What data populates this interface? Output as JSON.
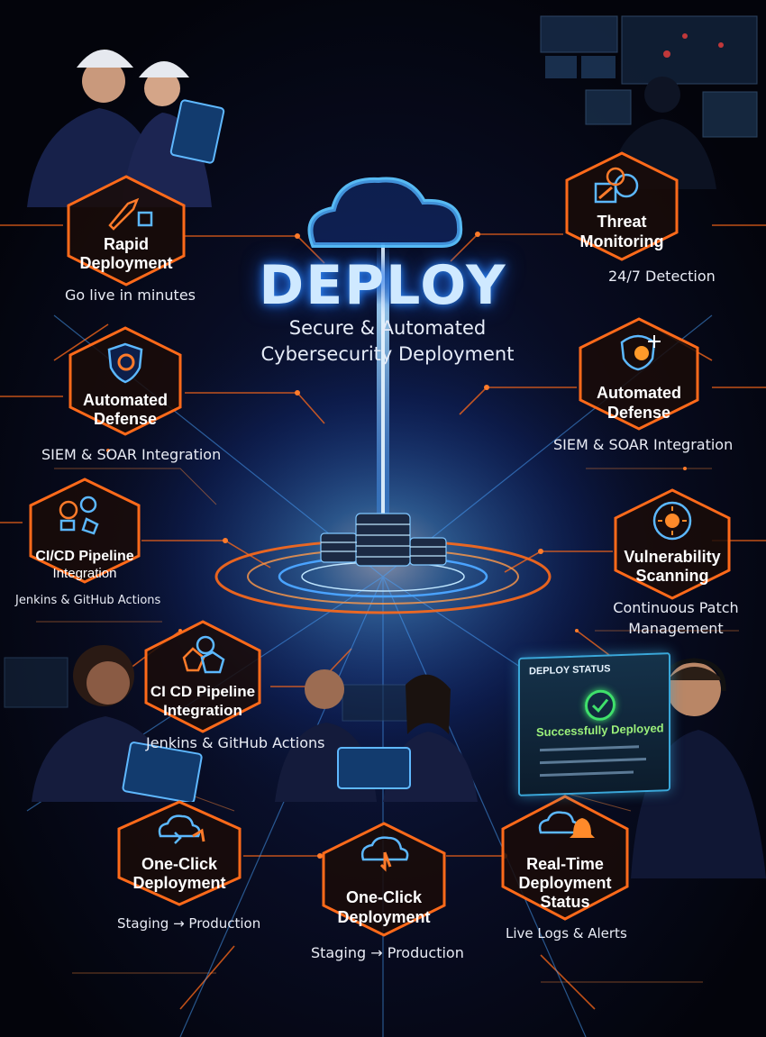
{
  "hero": {
    "title": "DEPLOY",
    "subtitle_line1": "Secure & Automated",
    "subtitle_line2": "Cybersecurity Deployment"
  },
  "badges": [
    {
      "id": "rapid",
      "label1": "Rapid",
      "label2": "Deployment",
      "caption": "Go live in minutes",
      "icon": "rocket-icon",
      "color": "#ff6a1a"
    },
    {
      "id": "threat",
      "label1": "Threat",
      "label2": "Monitoring",
      "caption": "24/7 Detection",
      "icon": "magnifier-icon",
      "color": "#ff6a1a"
    },
    {
      "id": "defense-left",
      "label1": "Automated",
      "label2": "Defense",
      "caption": "SIEM & SOAR Integration",
      "icon": "shield-gear-icon",
      "color": "#ff6a1a"
    },
    {
      "id": "defense-right",
      "label1": "Automated",
      "label2": "Defense",
      "caption": "SIEM & SOAR Integration",
      "icon": "shield-bulb-icon",
      "color": "#ff6a1a"
    },
    {
      "id": "cicd-left",
      "label1": "CI/CD Pipeline",
      "label2": "Integration",
      "caption": "Jenkins & GitHub Actions",
      "icon": "pipeline-icon",
      "color": "#ff6a1a"
    },
    {
      "id": "vuln",
      "label1": "Vulnerability",
      "label2": "Scanning",
      "caption1": "Continuous Patch",
      "caption2": "Management",
      "icon": "target-sun-icon",
      "color": "#ff6a1a"
    },
    {
      "id": "cicd-mid",
      "label1": "CI CD Pipeline",
      "label2": "Integration",
      "caption": "Jenkins & GitHub Actions",
      "icon": "pipeline-blocks-icon",
      "color": "#ff6a1a"
    },
    {
      "id": "oneclick-left",
      "label1": "One-Click",
      "label2": "Deployment",
      "caption": "Staging → Production",
      "icon": "cloud-arrow-icon",
      "color": "#ff6a1a"
    },
    {
      "id": "oneclick-mid",
      "label1": "One-Click",
      "label2": "Deployment",
      "caption": "Staging → Production",
      "icon": "cloud-click-icon",
      "color": "#ff6a1a"
    },
    {
      "id": "realtime",
      "label1": "Real-Time",
      "label2": "Deployment",
      "label3": "Status",
      "caption": "Live Logs & Alerts",
      "icon": "cloud-bell-icon",
      "color": "#ff6a1a"
    }
  ],
  "status_panel": {
    "title": "DEPLOY STATUS",
    "message": "Successfully Deployed"
  },
  "colors": {
    "accent": "#ff6a1a",
    "glow": "#2f8cff",
    "background": "#05060f"
  }
}
